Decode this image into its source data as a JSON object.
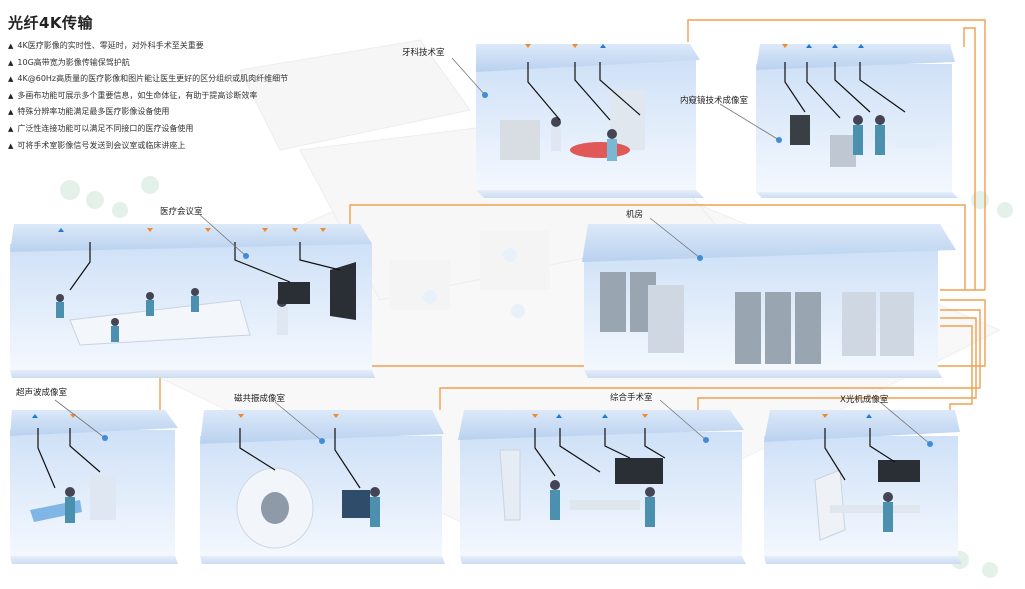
{
  "title": "光纤4K传输",
  "features": [
    "4K医疗影像的实时性、零延时，对外科手术至关重要",
    "10G高带宽为影像传输保驾护航",
    "4K@60Hz高质量的医疗影像和图片能让医生更好的区分组织或肌肉纤维细节",
    "多画布功能可展示多个重要信息，如生命体征，有助于提高诊断效率",
    "特殊分辨率功能满足最多医疗影像设备使用",
    "广泛性连接功能可以满足不同接口的医疗设备使用",
    "可将手术室影像信号发送到会议室或临床讲座上"
  ],
  "rooms": {
    "dental": "牙科技术室",
    "endoscope": "内窥镜技术成像室",
    "conference": "医疗会议室",
    "machine_room": "机房",
    "ultrasound": "超声波成像室",
    "mri": "磁共振成像室",
    "hybrid_or": "综合手术室",
    "xray": "X光机成像室"
  },
  "colors": {
    "fiber_line": "#f0a050",
    "room_ceiling": "#c8dcf4",
    "room_wall": "#e4effc",
    "tx_arrow": "#1e78d6",
    "rx_arrow": "#f08a2c",
    "label_dot": "#3c8ee0"
  }
}
